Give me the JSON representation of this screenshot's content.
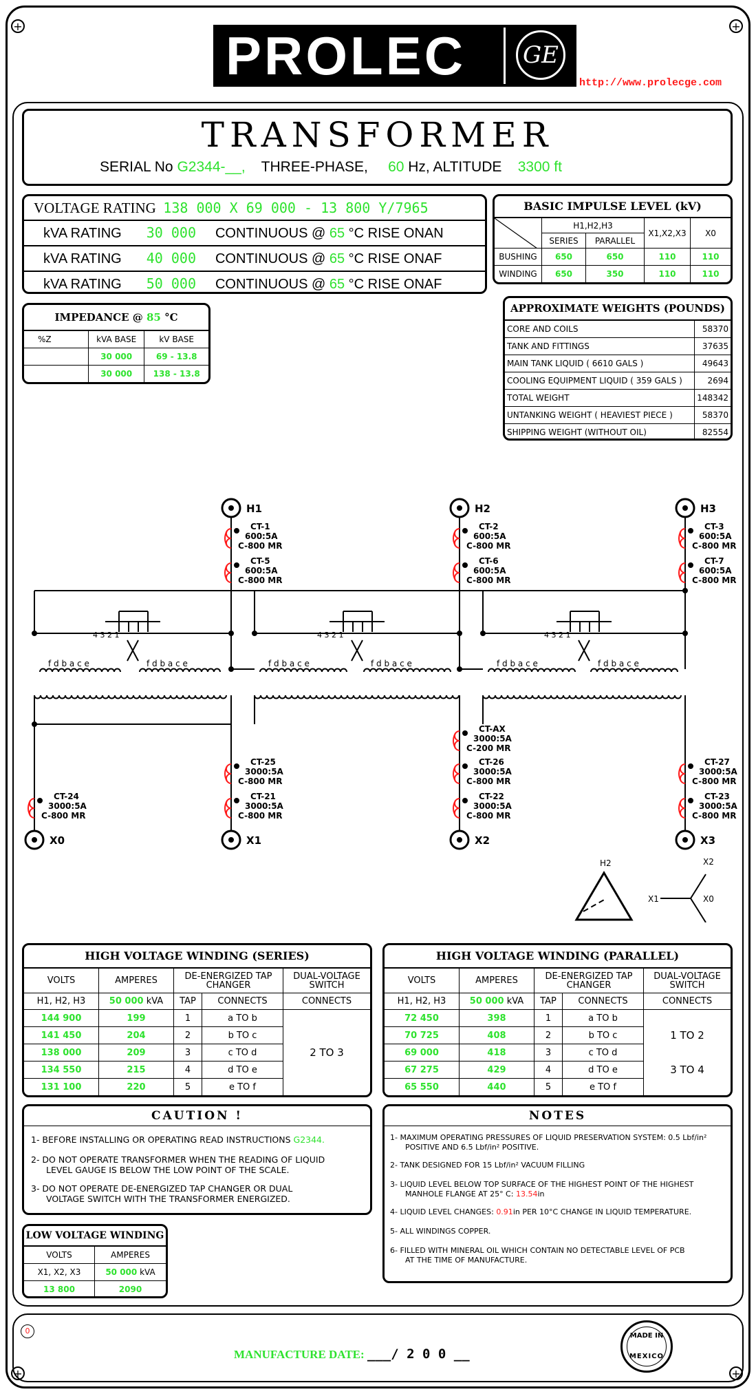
{
  "header": {
    "brand": "PROLEC",
    "emblem": "GE",
    "url": "http://www.prolecge.com"
  },
  "title": {
    "main": "TRANSFORMER",
    "serial_label": "SERIAL No",
    "serial": "G2344-__,",
    "phase": "THREE-PHASE,",
    "hz": "60",
    "hz_unit": "Hz, ALTITUDE",
    "altitude": "3300 ft"
  },
  "ratings": {
    "voltage_label": "VOLTAGE RATING",
    "voltage": "138 000 X 69 000 - 13 800 Y/7965",
    "rows": [
      {
        "label": "kVA RATING",
        "kva": "30 000",
        "cont": "CONTINUOUS @",
        "rise": "65",
        "suffix": "°C RISE ONAN"
      },
      {
        "label": "kVA RATING",
        "kva": "40 000",
        "cont": "CONTINUOUS @",
        "rise": "65",
        "suffix": "°C RISE ONAF"
      },
      {
        "label": "kVA RATING",
        "kva": "50 000",
        "cont": "CONTINUOUS @",
        "rise": "65",
        "suffix": "°C RISE ONAF"
      }
    ]
  },
  "bil": {
    "title": "BASIC IMPULSE LEVEL (kV)",
    "h_group": "H1,H2,H3",
    "series": "SERIES",
    "parallel": "PARALLEL",
    "x_col": "X1,X2,X3",
    "x0_col": "X0",
    "rows": [
      {
        "label": "BUSHING",
        "series": "650",
        "parallel": "650",
        "x": "110",
        "x0": "110"
      },
      {
        "label": "WINDING",
        "series": "650",
        "parallel": "350",
        "x": "110",
        "x0": "110"
      }
    ]
  },
  "impedance": {
    "title": "IMPEDANCE @",
    "temp": "85",
    "unit": "°C",
    "headers": [
      "%Z",
      "kVA BASE",
      "kV BASE"
    ],
    "rows": [
      {
        "z": "",
        "kva": "30 000",
        "kv": "69 - 13.8"
      },
      {
        "z": "",
        "kva": "30 000",
        "kv": "138 - 13.8"
      }
    ]
  },
  "weights": {
    "title": "APPROXIMATE WEIGHTS (POUNDS)",
    "rows": [
      {
        "label": "CORE AND COILS",
        "value": "58370"
      },
      {
        "label": "TANK AND FITTINGS",
        "value": "37635"
      },
      {
        "label": "MAIN TANK LIQUID ( 6610 GALS )",
        "value": "49643"
      },
      {
        "label": "COOLING EQUIPMENT LIQUID ( 359 GALS )",
        "value": "2694"
      },
      {
        "label": "TOTAL WEIGHT",
        "value": "148342"
      },
      {
        "label": "UNTANKING WEIGHT ( HEAVIEST PIECE )",
        "value": "58370"
      },
      {
        "label": "SHIPPING WEIGHT (WITHOUT OIL)",
        "value": "82554"
      }
    ]
  },
  "diagram": {
    "h1": "H1",
    "h2": "H2",
    "h3": "H3",
    "x0": "X0",
    "x1": "X1",
    "x2": "X2",
    "x3": "X3",
    "ct1": [
      "CT-1",
      "600:5A",
      "C-800 MR"
    ],
    "ct5": [
      "CT-5",
      "600:5A",
      "C-800 MR"
    ],
    "ct2": [
      "CT-2",
      "600:5A",
      "C-800 MR"
    ],
    "ct6": [
      "CT-6",
      "600:5A",
      "C-800 MR"
    ],
    "ct3": [
      "CT-3",
      "600:5A",
      "C-800 MR"
    ],
    "ct7": [
      "CT-7",
      "600:5A",
      "C-800 MR"
    ],
    "ctax": [
      "CT-AX",
      "3000:5A",
      "C-200 MR"
    ],
    "ct26": [
      "CT-26",
      "3000:5A",
      "C-800 MR"
    ],
    "ct22": [
      "CT-22",
      "3000:5A",
      "C-800 MR"
    ],
    "ct25": [
      "CT-25",
      "3000:5A",
      "C-800 MR"
    ],
    "ct21": [
      "CT-21",
      "3000:5A",
      "C-800 MR"
    ],
    "ct27": [
      "CT-27",
      "3000:5A",
      "C-800 MR"
    ],
    "ct23": [
      "CT-23",
      "3000:5A",
      "C-800 MR"
    ],
    "ct24": [
      "CT-24",
      "3000:5A",
      "C-800 MR"
    ],
    "taps_left": "f d b a c e",
    "taps_right": "f d b a c e",
    "switch": "4 3 2 1"
  },
  "hv_series": {
    "title": "HIGH VOLTAGE WINDING (SERIES)",
    "h_volts": "VOLTS",
    "h_amps": "AMPERES",
    "h_tap": "DE-ENERGIZED TAP CHANGER",
    "h_dual": "DUAL-VOLTAGE SWITCH",
    "s_volts": "H1, H2, H3",
    "s_kva": "50 000",
    "s_kva_unit": "kVA",
    "s_tap": "TAP",
    "s_conn": "CONNECTS",
    "s_dual": "CONNECTS",
    "rows": [
      {
        "v": "144 900",
        "a": "199",
        "t": "1",
        "c": "a TO b"
      },
      {
        "v": "141 450",
        "a": "204",
        "t": "2",
        "c": "b TO c"
      },
      {
        "v": "138 000",
        "a": "209",
        "t": "3",
        "c": "c TO d"
      },
      {
        "v": "134 550",
        "a": "215",
        "t": "4",
        "c": "d TO e"
      },
      {
        "v": "131 100",
        "a": "220",
        "t": "5",
        "c": "e TO f"
      }
    ],
    "dual": "2 TO 3"
  },
  "hv_parallel": {
    "title": "HIGH VOLTAGE WINDING (PARALLEL)",
    "h_volts": "VOLTS",
    "h_amps": "AMPERES",
    "h_tap": "DE-ENERGIZED TAP CHANGER",
    "h_dual": "DUAL-VOLTAGE SWITCH",
    "s_volts": "H1, H2, H3",
    "s_kva": "50 000",
    "s_kva_unit": "kVA",
    "s_tap": "TAP",
    "s_conn": "CONNECTS",
    "s_dual": "CONNECTS",
    "rows": [
      {
        "v": "72 450",
        "a": "398",
        "t": "1",
        "c": "a TO b"
      },
      {
        "v": "70 725",
        "a": "408",
        "t": "2",
        "c": "b TO c"
      },
      {
        "v": "69 000",
        "a": "418",
        "t": "3",
        "c": "c TO d"
      },
      {
        "v": "67 275",
        "a": "429",
        "t": "4",
        "c": "d TO e"
      },
      {
        "v": "65 550",
        "a": "440",
        "t": "5",
        "c": "e TO f"
      }
    ],
    "dual1": "1 TO 2",
    "dual2": "3 TO 4"
  },
  "caution": {
    "title": "CAUTION !",
    "item1_pre": "1- BEFORE INSTALLING OR OPERATING READ INSTRUCTIONS",
    "item1_ref": "G2344.",
    "item2_a": "2- DO NOT OPERATE TRANSFORMER WHEN THE READING OF LIQUID",
    "item2_b": "LEVEL GAUGE IS BELOW THE LOW POINT OF THE SCALE.",
    "item3_a": "3- DO NOT OPERATE DE-ENERGIZED TAP CHANGER OR DUAL",
    "item3_b": "VOLTAGE SWITCH WITH THE TRANSFORMER ENERGIZED."
  },
  "notes": {
    "title": "NOTES",
    "n1_a": "1- MAXIMUM OPERATING PRESSURES OF LIQUID PRESERVATION SYSTEM: 0.5 Lbf/in²",
    "n1_b": "POSITIVE AND 6.5 Lbf/in² POSITIVE.",
    "n2": "2- TANK DESIGNED FOR 15 Lbf/in² VACUUM FILLING",
    "n3_a": "3- LIQUID LEVEL BELOW TOP SURFACE OF THE HIGHEST POINT OF THE HIGHEST",
    "n3_b": "MANHOLE FLANGE AT 25° C:",
    "n3_val": "13.54",
    "n3_unit": "in",
    "n4_pre": "4- LIQUID LEVEL CHANGES:",
    "n4_val": "0.91",
    "n4_post": "in PER 10°C CHANGE IN LIQUID TEMPERATURE.",
    "n5": "5- ALL WINDINGS COPPER.",
    "n6_a": "6- FILLED WITH MINERAL OIL WHICH CONTAIN NO DETECTABLE LEVEL OF PCB",
    "n6_b": "AT THE TIME OF MANUFACTURE."
  },
  "lv": {
    "title": "LOW VOLTAGE WINDING",
    "h_volts": "VOLTS",
    "h_amps": "AMPERES",
    "s_volts": "X1, X2, X3",
    "s_kva": "50 000",
    "s_kva_unit": "kVA",
    "volts": "13 800",
    "amps": "2090"
  },
  "footer": {
    "counter": "0",
    "mfg_label": "MANUFACTURE DATE:",
    "mfg_value": "___/ 2 0 0 __",
    "stamp_top": "MADE IN",
    "stamp_bottom": "MEXICO"
  },
  "colors": {
    "accent": "#2ee22e",
    "alert": "#ff1a1a"
  }
}
